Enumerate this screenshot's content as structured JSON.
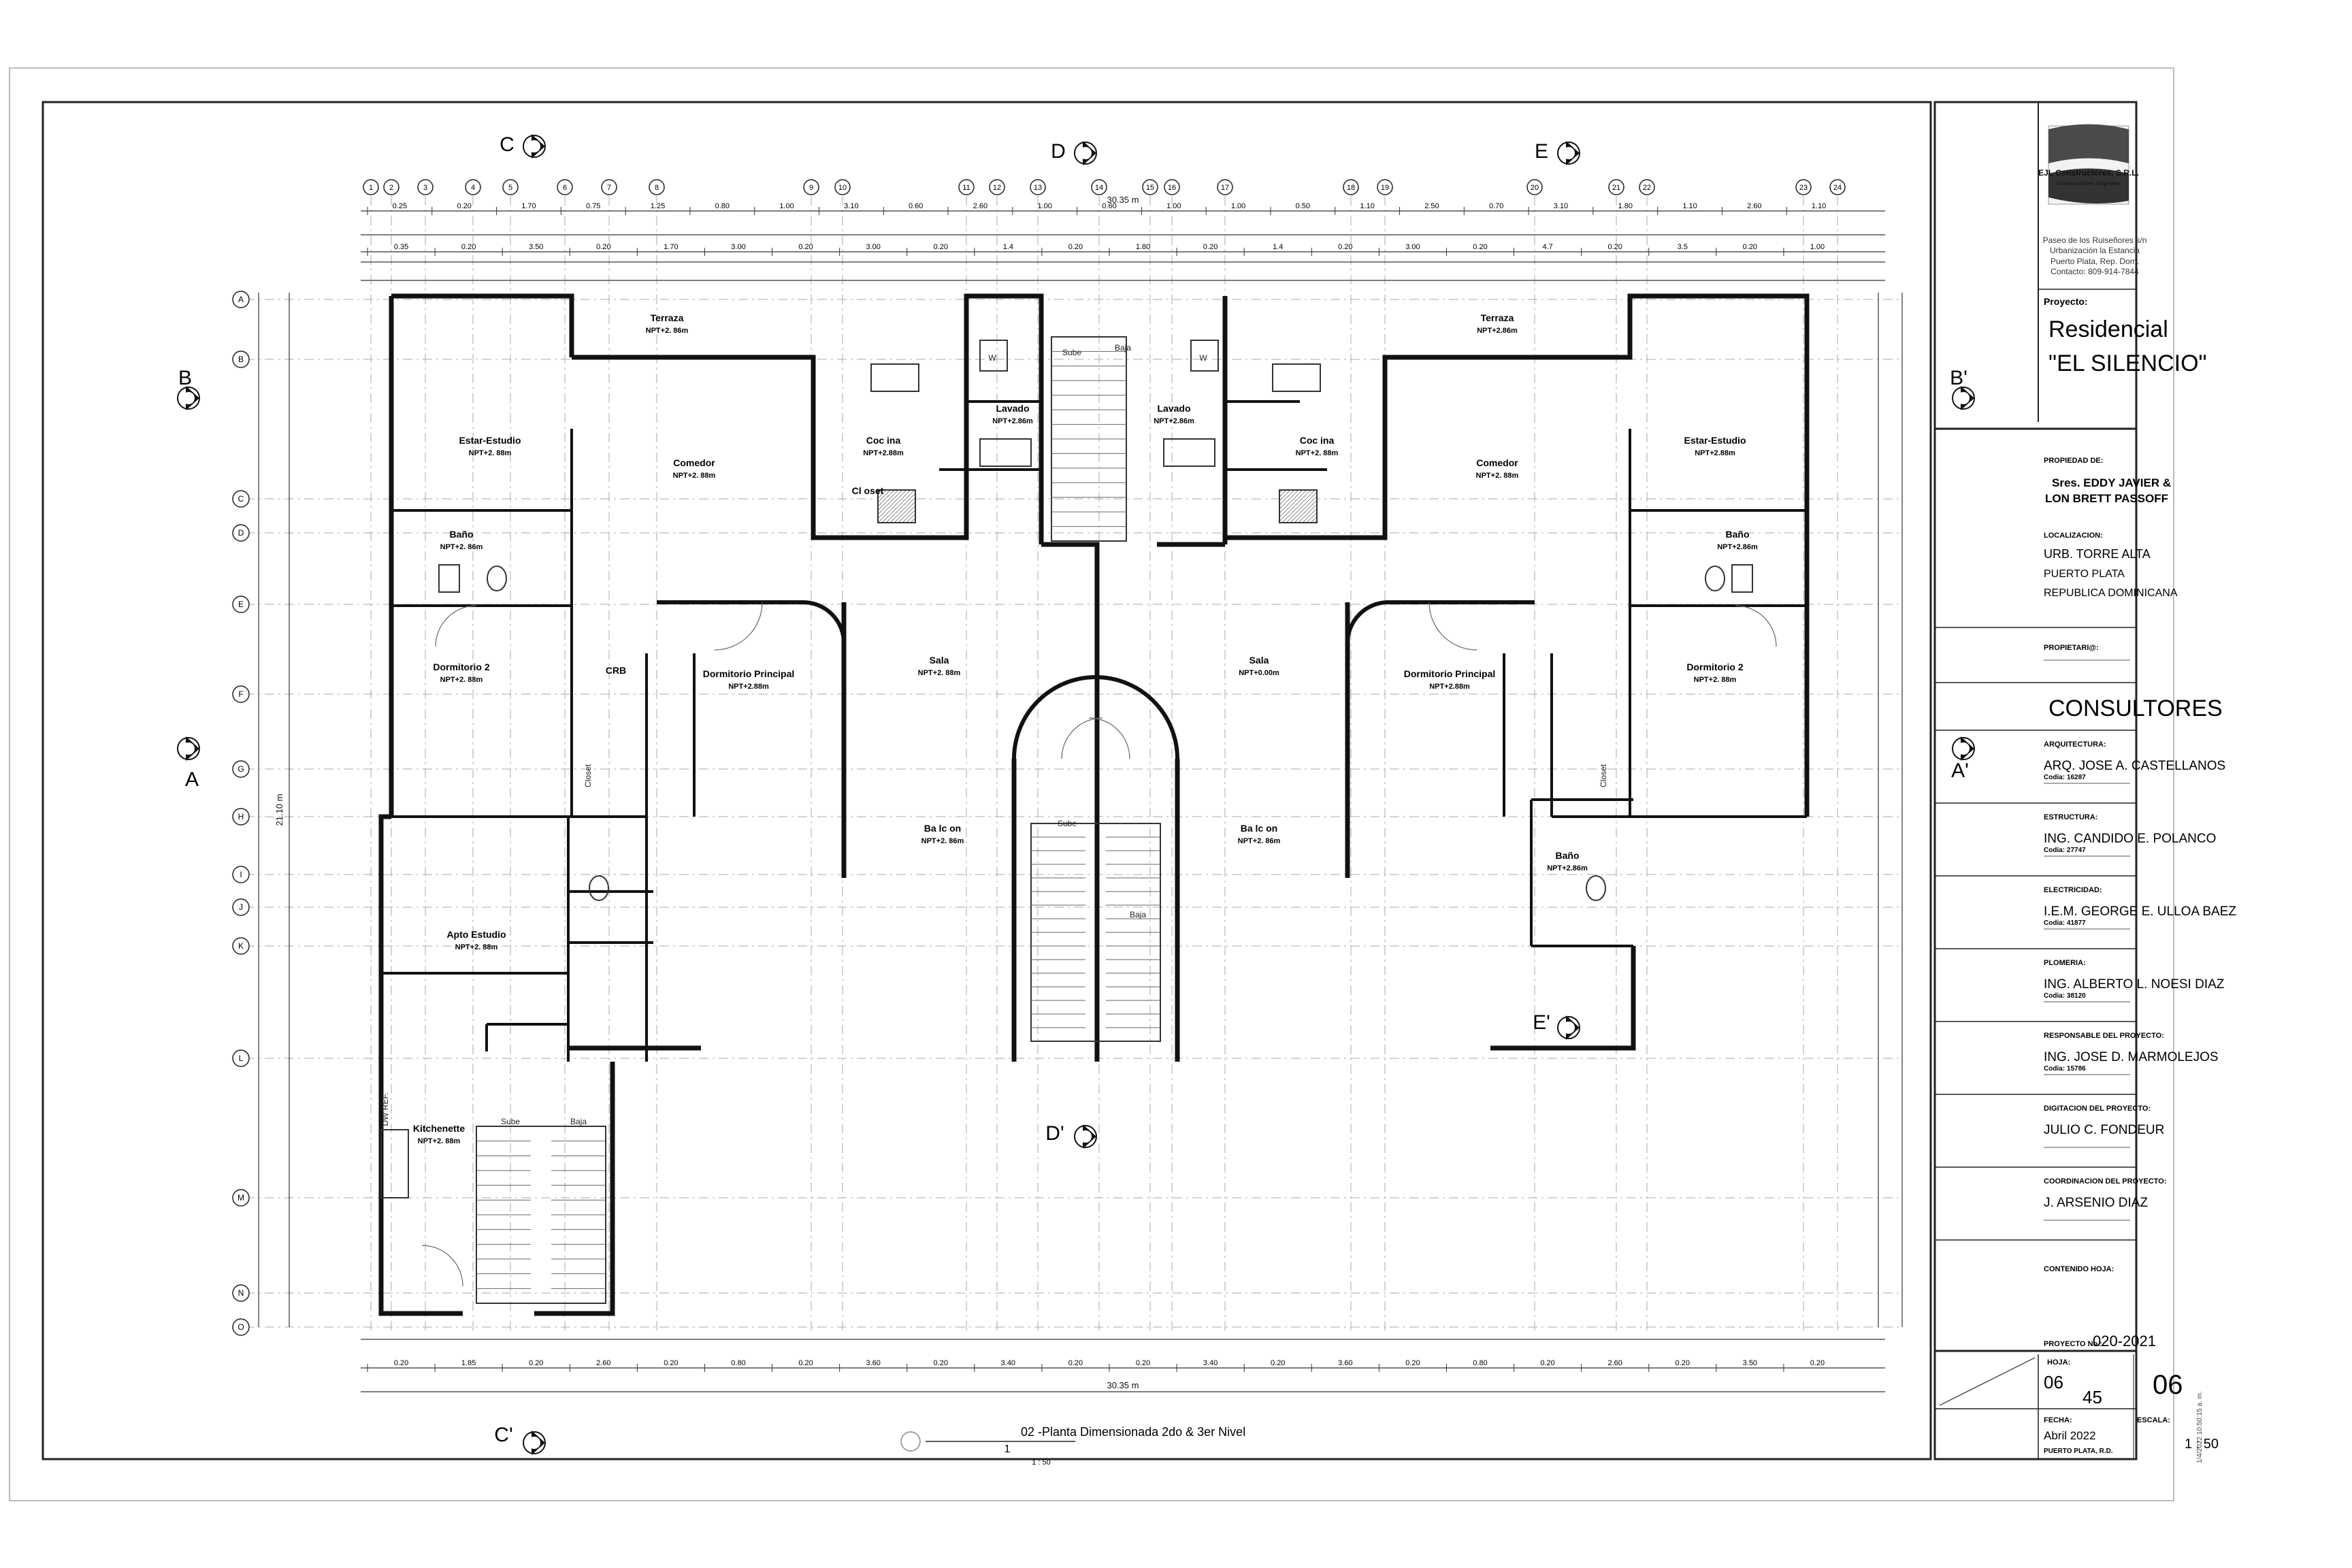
{
  "plan": {
    "overall_width": "30.35 m",
    "overall_height": "21.10 m",
    "sheet_title": "02 -Planta Dimensionada 2do & 3er Nivel",
    "sheet_number": "1",
    "sheet_scale": "1 : 50",
    "column_grid": [
      "1",
      "2",
      "3",
      "4",
      "5",
      "6",
      "7",
      "8",
      "9",
      "10",
      "11",
      "12",
      "13",
      "14",
      "15",
      "16",
      "17",
      "18",
      "19",
      "20",
      "21",
      "22",
      "23",
      "24"
    ],
    "row_grid": [
      "A",
      "B",
      "C",
      "D",
      "E",
      "F",
      "G",
      "H",
      "I",
      "J",
      "K",
      "L",
      "M",
      "N",
      "O"
    ],
    "section_markers": {
      "b_left": "B",
      "b_right": "B'",
      "a_left": "A",
      "a_right": "A'",
      "c_top": "C",
      "c_bottom": "C'",
      "d_top": "D",
      "d_bottom": "D'",
      "e_top": "E",
      "e_mid": "E'"
    },
    "top_dimension_row1": [
      "0.25",
      "0.20",
      "1.70",
      "0.75",
      "1.25",
      "0.80",
      "1.00",
      "3.10",
      "0.60",
      "2.60",
      "1.00",
      "0.60",
      "1.00",
      "1.00",
      "0.50",
      "1.10",
      "2.50",
      "0.70",
      "3.10",
      "1.80",
      "1.10",
      "2.60",
      "1.10"
    ],
    "top_dimension_row2": [
      "0.35",
      "0.20",
      "3.50",
      "0.20",
      "1.70",
      "3.00",
      "0.20",
      "3.00",
      "0.20",
      "1.4",
      "0.20",
      "1.80",
      "0.20",
      "1.4",
      "0.20",
      "3.00",
      "0.20",
      "4.7",
      "0.20",
      "3.5",
      "0.20",
      "1.00"
    ],
    "bottom_dimension_row": [
      "0.20",
      "1.85",
      "0.20",
      "2.60",
      "0.20",
      "0.80",
      "0.20",
      "3.60",
      "0.20",
      "3.40",
      "0.20",
      "0.20",
      "3.40",
      "0.20",
      "3.60",
      "0.20",
      "0.80",
      "0.20",
      "2.60",
      "0.20",
      "3.50",
      "0.20"
    ],
    "rooms": [
      {
        "name": "Terraza",
        "level": "NPT+2. 86m"
      },
      {
        "name": "Estar-Estudio",
        "level": "NPT+2. 88m"
      },
      {
        "name": "Comedor",
        "level": "NPT+2. 88m"
      },
      {
        "name": "Coc ina",
        "level": "NPT+2.88m"
      },
      {
        "name": "Lavado",
        "level": "NPT+2.86m"
      },
      {
        "name": "Cl oset",
        "level": ""
      },
      {
        "name": "Baño",
        "level": "NPT+2. 86m"
      },
      {
        "name": "Dormitorio 2",
        "level": "NPT+2. 88m"
      },
      {
        "name": "Dormitorio Principal",
        "level": "NPT+2.88m"
      },
      {
        "name": "Sala",
        "level": "NPT+2. 88m"
      },
      {
        "name": "CRB",
        "level": ""
      },
      {
        "name": "Ba lc on",
        "level": "NPT+2. 86m"
      },
      {
        "name": "Apto Estudio",
        "level": "NPT+2. 88m"
      },
      {
        "name": "Kitchenette",
        "level": "NPT+2. 88m"
      },
      {
        "name": "Lavado",
        "level": "NPT+2.86m"
      },
      {
        "name": "Coc ina",
        "level": "NPT+2. 88m"
      },
      {
        "name": "Comedor",
        "level": "NPT+2. 88m"
      },
      {
        "name": "Terraza",
        "level": "NPT+2.86m"
      },
      {
        "name": "Estar-Estudio",
        "level": "NPT+2.88m"
      },
      {
        "name": "Baño",
        "level": "NPT+2.86m"
      },
      {
        "name": "Dormitorio 2",
        "level": "NPT+2. 88m"
      },
      {
        "name": "Dormitorio Principal",
        "level": "NPT+2.88m"
      },
      {
        "name": "Sala",
        "level": "NPT+0.00m"
      },
      {
        "name": "Ba lc on",
        "level": "NPT+2. 86m"
      },
      {
        "name": "Baño",
        "level": "NPT+2.86m"
      }
    ],
    "stair_labels": {
      "up": "Sube",
      "down": "Baja",
      "washer": "W",
      "fridge": "DW REF.",
      "closet_v": "Closet"
    }
  },
  "title_block": {
    "company": "EJL Constructores, S.R.L.",
    "company_sub": "Construcciones Originales",
    "address": [
      "Paseo de los Ruiseñores s/n",
      "Urbanización la Estancia",
      "Puerto Plata, Rep. Dom.",
      "Contacto: 809-914-7844"
    ],
    "proyecto_label": "Proyecto:",
    "proyecto_name_1": "Residencial",
    "proyecto_name_2": "\"EL SILENCIO\"",
    "propiedad_label": "PROPIEDAD DE:",
    "propiedad_1": "Sres. EDDY JAVIER &",
    "propiedad_2": "LON BRETT PASSOFF",
    "localizacion_label": "LOCALIZACION:",
    "localizacion_1": "URB. TORRE ALTA",
    "localizacion_2": "PUERTO PLATA",
    "localizacion_3": "REPUBLICA DOMINICANA",
    "propietario_label": "PROPIETARI@:",
    "consultores": "CONSULTORES",
    "consultants": [
      {
        "role": "ARQUITECTURA:",
        "name": "ARQ. JOSE A. CASTELLANOS",
        "code": "Codia: 16287"
      },
      {
        "role": "ESTRUCTURA:",
        "name": "ING. CANDIDO E. POLANCO",
        "code": "Codia: 27747"
      },
      {
        "role": "ELECTRICIDAD:",
        "name": "I.E.M. GEORGE E. ULLOA BAEZ",
        "code": "Codia: 41877"
      },
      {
        "role": "PLOMERIA:",
        "name": "ING. ALBERTO L. NOESI DIAZ",
        "code": "Codia: 38120"
      },
      {
        "role": "RESPONSABLE DEL PROYECTO:",
        "name": "ING. JOSE D. MARMOLEJOS",
        "code": "Codia: 15786"
      },
      {
        "role": "DIGITACION DEL PROYECTO:",
        "name": "JULIO C. FONDEUR",
        "code": ""
      },
      {
        "role": "COORDINACION DEL PROYECTO:",
        "name": "J. ARSENIO DIAZ",
        "code": ""
      }
    ],
    "contenido_label": "CONTENIDO HOJA:",
    "proyecto_no_label": "PROYECTO No.:",
    "proyecto_no": "020-2021",
    "hoja_label": "HOJA:",
    "hoja_num": "06",
    "hoja_total": "45",
    "hoja_big": "06",
    "fecha_label": "FECHA:",
    "fecha": "Abril 2022",
    "lugar": "PUERTO PLATA, R.D.",
    "escala_label": "ESCALA:",
    "escala": "1 : 50",
    "timestamp": "1/4/2022 10:50:15 a. m."
  }
}
